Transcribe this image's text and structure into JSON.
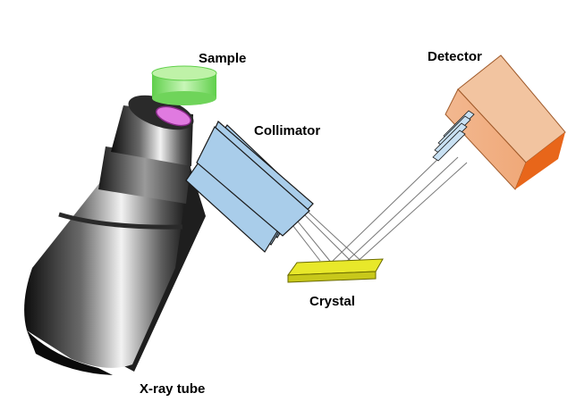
{
  "labels": {
    "sample": "Sample",
    "collimator": "Collimator",
    "detector": "Detector",
    "crystal": "Crystal",
    "xray_tube": "X-ray tube"
  },
  "colors": {
    "sample": "#8fe07a",
    "collimator": "#a9cdea",
    "detector": "#f2b07f",
    "detector_edge": "#e8661a",
    "crystal": "#e8e82a",
    "tube_dark": "#1e1e1e",
    "window": "#e07ae0"
  }
}
